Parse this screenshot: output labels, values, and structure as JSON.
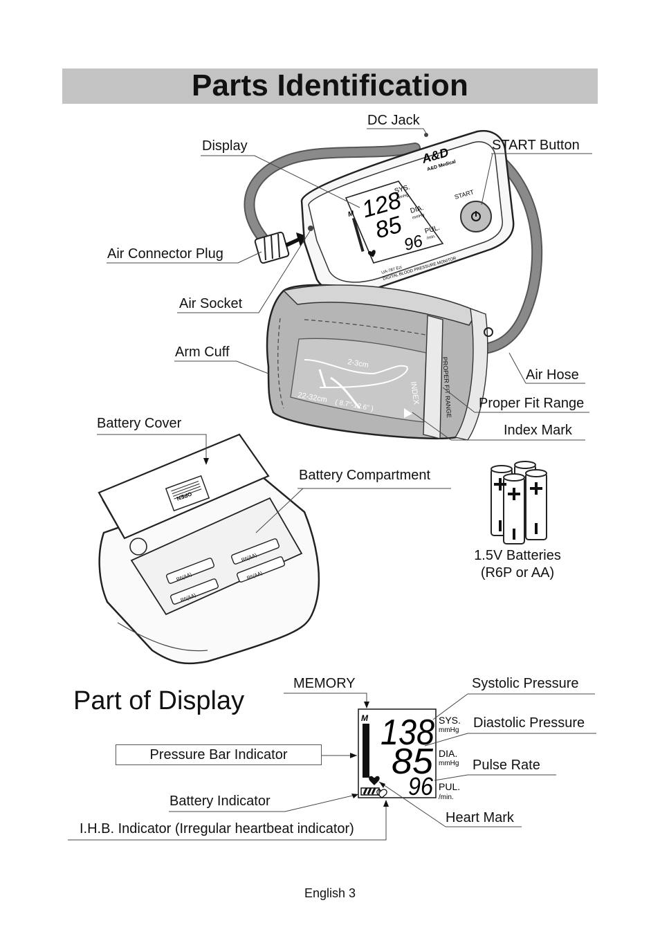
{
  "title": "Parts Identification",
  "labels": {
    "dc_jack": "DC Jack",
    "display": "Display",
    "start_button": "START Button",
    "air_connector_plug": "Air Connector Plug",
    "air_socket": "Air Socket",
    "arm_cuff": "Arm Cuff",
    "air_hose": "Air Hose",
    "proper_fit_range": "Proper Fit Range",
    "index_mark": "Index Mark",
    "battery_cover": "Battery Cover",
    "battery_compartment": "Battery Compartment",
    "batteries_line1": "1.5V Batteries",
    "batteries_line2": "(R6P or AA)"
  },
  "display_section": {
    "title": "Part of Display",
    "memory": "MEMORY",
    "systolic_pressure": "Systolic Pressure",
    "diastolic_pressure": "Diastolic Pressure",
    "pulse_rate": "Pulse Rate",
    "pressure_bar_indicator": "Pressure Bar Indicator",
    "battery_indicator": "Battery Indicator",
    "ihb_indicator": "I.H.B. Indicator (Irregular heartbeat indicator)",
    "heart_mark": "Heart Mark",
    "lcd": {
      "memory_mark": "M",
      "sys_value": "138",
      "dia_value": "85",
      "pul_value": "96",
      "sys_label": "SYS.",
      "sys_unit": "mmHg",
      "dia_label": "DIA.",
      "dia_unit": "mmHg",
      "pul_label": "PUL.",
      "pul_unit": "/min."
    }
  },
  "device": {
    "brand": "A&D",
    "brand_sub": "A&D Medical",
    "start_label": "START",
    "model_line1": "UA-787 Ezi",
    "model_line2": "DIGITAL BLOOD PRESSURE MONITOR",
    "lcd": {
      "memory_mark": "M",
      "sys_value": "128",
      "dia_value": "85",
      "pul_value": "96",
      "sys_label": "SYS.",
      "sys_unit": "mmHg",
      "dia_label": "DIA.",
      "dia_unit": "mmHg",
      "pul_label": "PUL.",
      "pul_unit": "/min."
    }
  },
  "cuff": {
    "circ_cm": "2-3cm",
    "range_cm": "22-32cm",
    "range_in": "( 8.7\"-12.6\" )",
    "index_text": "INDEX",
    "proper_fit_text": "PROPER FIT RANGE"
  },
  "battery_cover_text": "OPEN",
  "battery_slots": [
    "R6(AA)",
    "R6(AA)",
    "R6(AA)",
    "R6(AA)"
  ],
  "footer": "English 3",
  "colors": {
    "banner": "#c3c3c3",
    "hose": "#7f7f7f",
    "cuff": "#a9a9a9"
  }
}
